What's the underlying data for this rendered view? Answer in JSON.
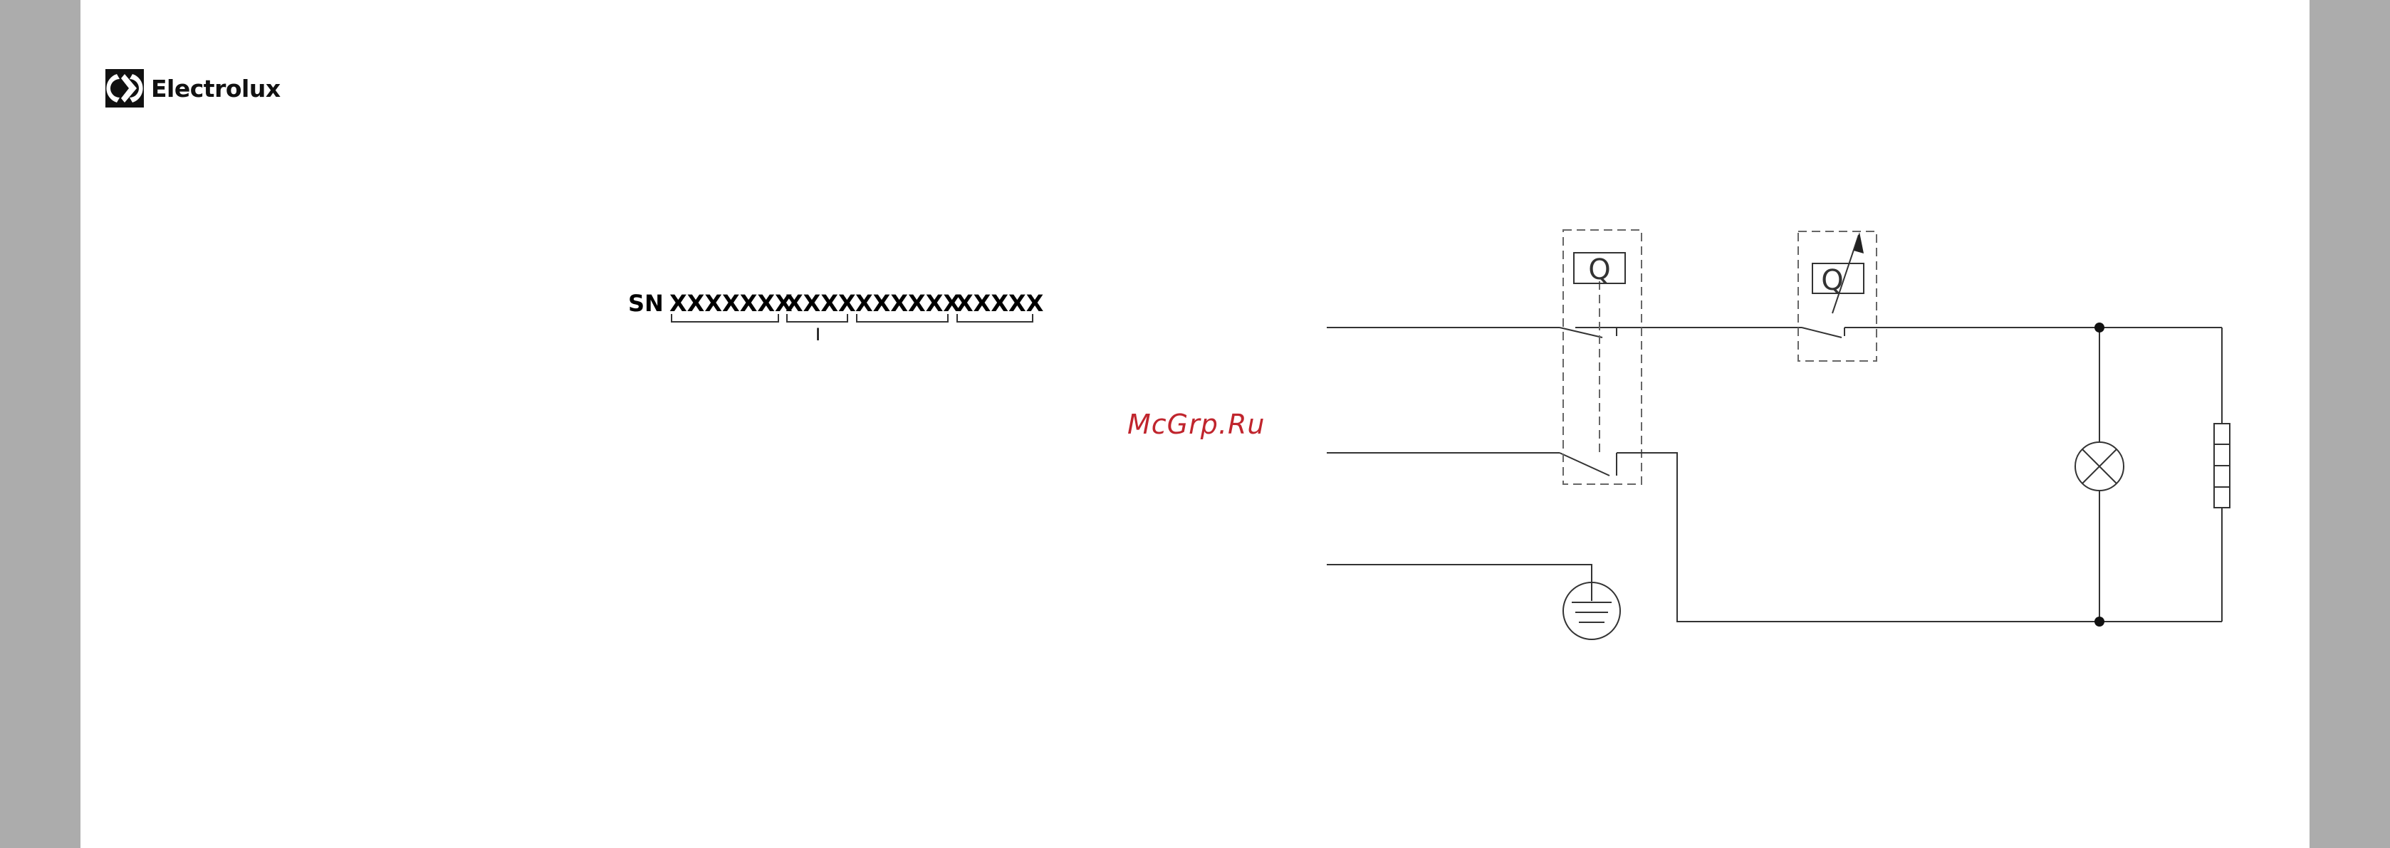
{
  "brand": {
    "name": "Electrolux"
  },
  "serial": {
    "prefix": "SN",
    "groups": [
      "XXXXXXX",
      "XXXX",
      "XXXXXX",
      "XXXXX"
    ],
    "marker": "I"
  },
  "watermark": {
    "text": "McGrp.Ru",
    "color": "#c0252d"
  },
  "circuit": {
    "thermostat_label": "Q",
    "adjustable_thermostat_label": "Q"
  }
}
